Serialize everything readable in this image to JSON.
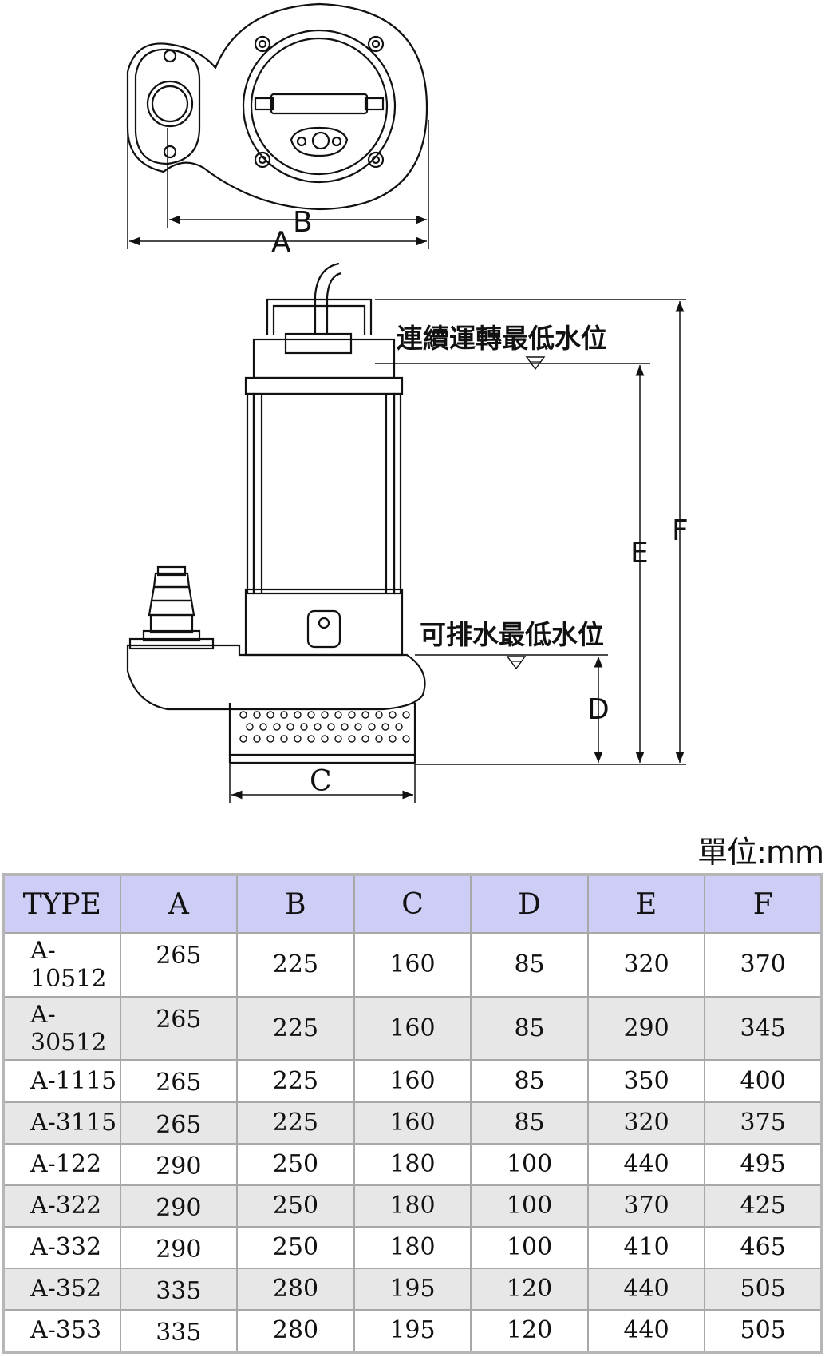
{
  "diagram": {
    "dim_labels": {
      "a": "A",
      "b": "B",
      "c": "C",
      "d": "D",
      "e": "E",
      "f": "F"
    },
    "continuous_min_water_level": "連續運轉最低水位",
    "drainable_min_water_level": "可排水最低水位"
  },
  "unit_label": "單位:mm",
  "table": {
    "headers": [
      "TYPE",
      "A",
      "B",
      "C",
      "D",
      "E",
      "F"
    ],
    "rows": [
      [
        "A-10512",
        "265",
        "225",
        "160",
        "85",
        "320",
        "370"
      ],
      [
        "A-30512",
        "265",
        "225",
        "160",
        "85",
        "290",
        "345"
      ],
      [
        "A-1115",
        "265",
        "225",
        "160",
        "85",
        "350",
        "400"
      ],
      [
        "A-3115",
        "265",
        "225",
        "160",
        "85",
        "320",
        "375"
      ],
      [
        "A-122",
        "290",
        "250",
        "180",
        "100",
        "440",
        "495"
      ],
      [
        "A-322",
        "290",
        "250",
        "180",
        "100",
        "370",
        "425"
      ],
      [
        "A-332",
        "290",
        "250",
        "180",
        "100",
        "410",
        "465"
      ],
      [
        "A-352",
        "335",
        "280",
        "195",
        "120",
        "440",
        "505"
      ],
      [
        "A-353",
        "335",
        "280",
        "195",
        "120",
        "440",
        "505"
      ]
    ]
  }
}
